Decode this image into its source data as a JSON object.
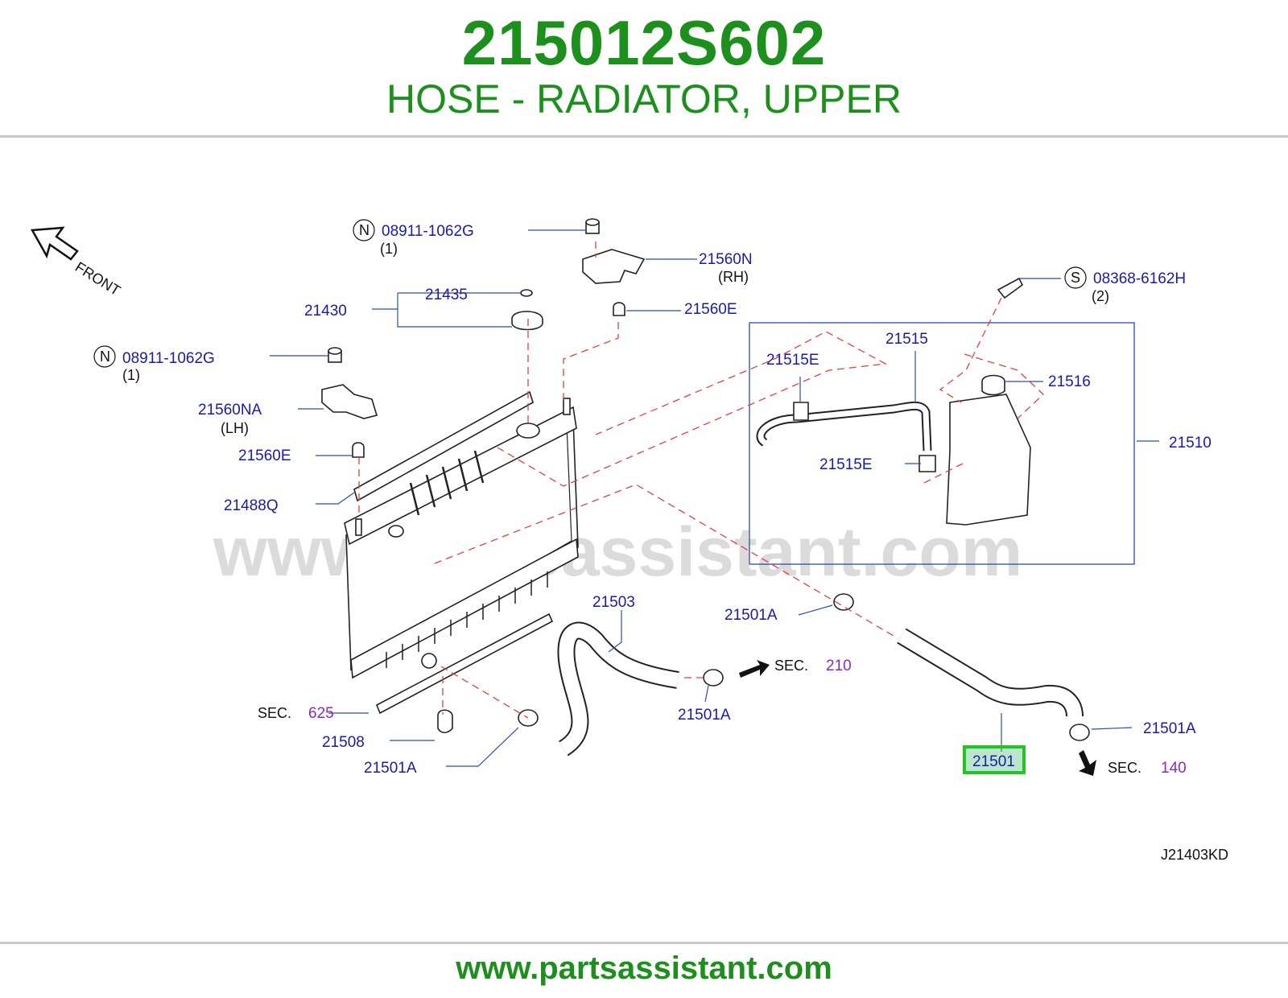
{
  "header": {
    "part_number": "215012S602",
    "description": "HOSE - RADIATOR, UPPER"
  },
  "footer": {
    "url": "www.partsassistant.com"
  },
  "diagram": {
    "front_label": "FRONT",
    "watermark": "www.partsassistant.com",
    "code": "J21403KD",
    "callouts": {
      "nut_top": "08911-1062G",
      "nut_top_qty": "(1)",
      "nut_top_prefix": "N",
      "bracket_rh": "21560N",
      "bracket_rh_side": "(RH)",
      "cap_assembly": "21430",
      "seal": "21435",
      "grommet_rh": "21560E",
      "nut_left": "08911-1062G",
      "nut_left_qty": "(1)",
      "nut_left_prefix": "N",
      "bracket_lh": "21560NA",
      "bracket_lh_side": "(LH)",
      "grommet_lh": "21560E",
      "seal_strip": "21488Q",
      "screw": "08368-6162H",
      "screw_qty": "(2)",
      "screw_prefix": "S",
      "reservoir_hose": "21515",
      "hose_clamp_top": "21515E",
      "hose_clamp_bottom": "21515E",
      "reservoir_cap": "21516",
      "reservoir_tank": "21510",
      "lower_hose": "21503",
      "clamp_upper_mid": "21501A",
      "clamp_lower_mid": "21501A",
      "clamp_lower_left": "21501A",
      "clamp_right": "21501A",
      "upper_hose": "21501",
      "mount": "21508",
      "sec_label": "SEC.",
      "sec_625": "625",
      "sec_210": "210",
      "sec_140": "140"
    }
  },
  "colors": {
    "brand_green": "#1c8f1c",
    "label_blue": "#1a1aa8",
    "section_purple": "#8a2ac0",
    "highlight_green": "#22c522",
    "leader_dash_red": "#e04040"
  }
}
